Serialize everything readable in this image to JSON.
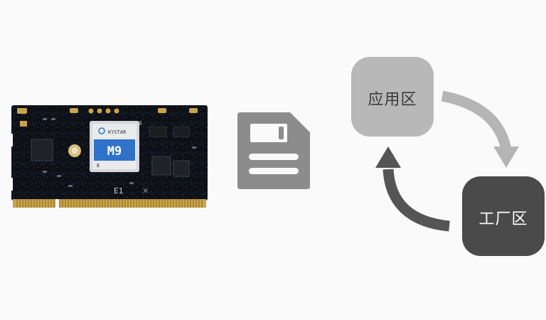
{
  "module": {
    "brand": "KYSTAR",
    "model": "M9",
    "variant": "E",
    "marking": "E1"
  },
  "flow": {
    "app_zone_label": "应用区",
    "factory_zone_label": "工厂区"
  },
  "colors": {
    "background": "#fafafa",
    "app_zone": "#b8b8b8",
    "factory_zone": "#4a4a4a",
    "arrow_light": "#b5b5b5",
    "arrow_dark": "#555555",
    "save_icon": "#8c8c8c",
    "chip_blue": "#2f72c9"
  },
  "icons": {
    "save": "floppy-disk-icon"
  }
}
